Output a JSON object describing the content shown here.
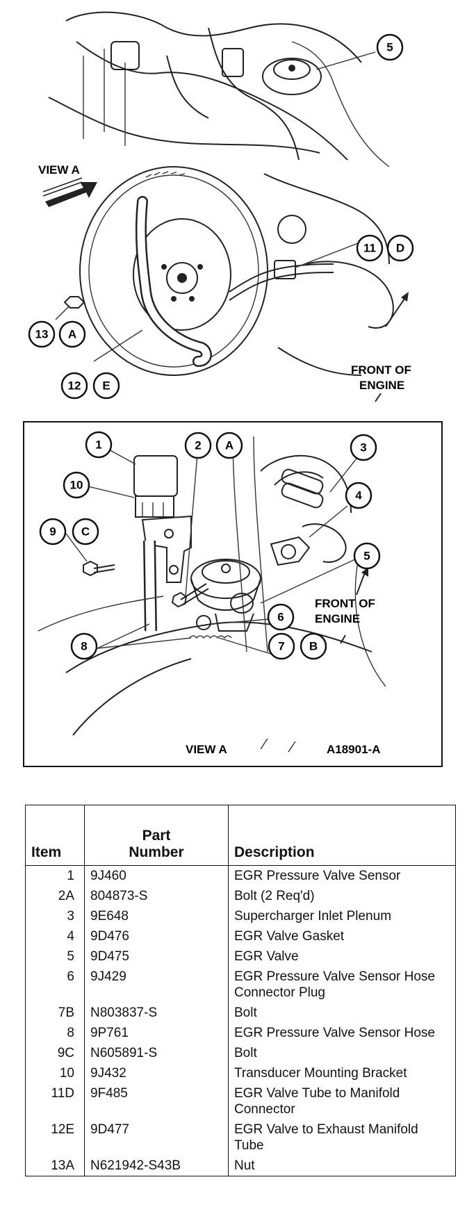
{
  "figure": {
    "top": {
      "view_label": "VIEW A",
      "front_label_line1": "FRONT OF",
      "front_label_line2": "ENGINE",
      "callouts": {
        "c5": "5",
        "c11": "11",
        "cD": "D",
        "c13": "13",
        "cA": "A",
        "c12": "12",
        "cE": "E"
      }
    },
    "inset": {
      "view_label": "VIEW A",
      "figure_id": "A18901-A",
      "front_label_line1": "FRONT OF",
      "front_label_line2": "ENGINE",
      "callouts": {
        "c1": "1",
        "c2": "2",
        "cA": "A",
        "c3": "3",
        "c4": "4",
        "c10": "10",
        "c9": "9",
        "cC": "C",
        "c5": "5",
        "c6": "6",
        "c8": "8",
        "c7": "7",
        "cB": "B"
      }
    }
  },
  "table": {
    "headers": {
      "item": "Item",
      "part_line1": "Part",
      "part_line2": "Number",
      "description": "Description"
    },
    "rows": [
      {
        "item": "1",
        "part": "9J460",
        "desc": "EGR Pressure Valve Sensor"
      },
      {
        "item": "2A",
        "part": "804873-S",
        "desc": "Bolt (2 Req'd)"
      },
      {
        "item": "3",
        "part": "9E648",
        "desc": "Supercharger Inlet Plenum"
      },
      {
        "item": "4",
        "part": "9D476",
        "desc": "EGR Valve Gasket"
      },
      {
        "item": "5",
        "part": "9D475",
        "desc": "EGR Valve"
      },
      {
        "item": "6",
        "part": "9J429",
        "desc": "EGR Pressure Valve Sensor Hose Connector Plug"
      },
      {
        "item": "7B",
        "part": "N803837-S",
        "desc": "Bolt"
      },
      {
        "item": "8",
        "part": "9P761",
        "desc": "EGR Pressure Valve Sensor Hose"
      },
      {
        "item": "9C",
        "part": "N605891-S",
        "desc": "Bolt"
      },
      {
        "item": "10",
        "part": "9J432",
        "desc": "Transducer Mounting Bracket"
      },
      {
        "item": "11D",
        "part": "9F485",
        "desc": "EGR Valve Tube to Manifold Connector"
      },
      {
        "item": "12E",
        "part": "9D477",
        "desc": "EGR Valve to Exhaust Manifold Tube"
      },
      {
        "item": "13A",
        "part": "N621942-S43B",
        "desc": "Nut"
      }
    ]
  }
}
